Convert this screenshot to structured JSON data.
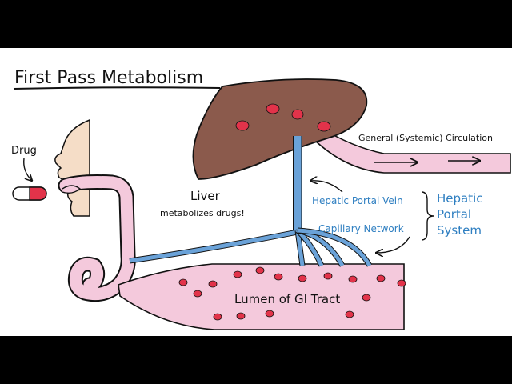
{
  "title": "First Pass Metabolism",
  "labels": {
    "drug": "Drug",
    "liver": "Liver",
    "liver_note": "metabolizes drugs!",
    "general_circulation": "General (Systemic) Circulation",
    "hepatic_portal_vein": "Hepatic Portal Vein",
    "capillary_network": "Capillary Network",
    "hepatic_portal_system_1": "Hepatic",
    "hepatic_portal_system_2": "Portal",
    "hepatic_portal_system_3": "System",
    "gi_lumen": "Lumen of GI Tract"
  },
  "colors": {
    "background": "#ffffff",
    "letterbox": "#000000",
    "liver": "#8b5a4c",
    "vessel": "#f4c9dc",
    "vein": "#6aa2d8",
    "drug_particle": "#e2334a",
    "face": "#f5ddc7",
    "label_blue": "#2f7fc1",
    "ink": "#111111"
  },
  "icons": {
    "drug": "pill-icon",
    "flow": "arrow-icon"
  }
}
